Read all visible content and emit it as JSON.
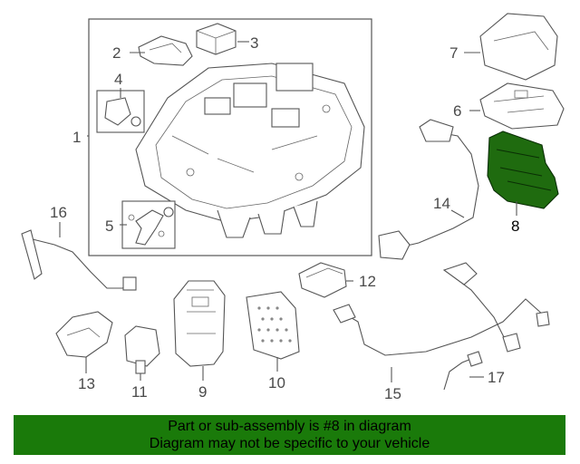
{
  "diagram": {
    "callouts": {
      "c1": "1",
      "c2": "2",
      "c3": "3",
      "c4": "4",
      "c5": "5",
      "c6": "6",
      "c7": "7",
      "c8": "8",
      "c9": "9",
      "c10": "10",
      "c11": "11",
      "c12": "12",
      "c13": "13",
      "c14": "14",
      "c15": "15",
      "c16": "16",
      "c17": "17"
    },
    "highlighted_part": "8",
    "highlight_color": "#1f6b0f"
  },
  "footer": {
    "line1": "Part or sub-assembly is #8 in diagram",
    "line2": "Diagram may not be specific to your vehicle",
    "background": "#1a7a0a"
  }
}
